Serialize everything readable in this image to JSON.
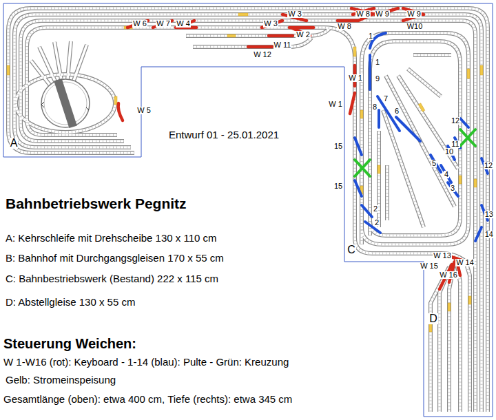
{
  "diagram": {
    "title": "Bahnbetriebswerk Pegnitz",
    "labels": [
      "Entwurf 01 - 25.01.2021",
      "A",
      "C",
      "D",
      "A: Kehrschleife mit Drehscheibe 130 x 110 cm",
      "B: Bahnhof mit Durchgangsgleisen 170 x 55 cm",
      "C: Bahnbestriebswerk (Bestand) 222 x 115 cm",
      "D: Abstellgleise 130 x 55 cm",
      "Steuerung Weichen:",
      "W 1-W16 (rot): Keyboard - 1-14 (blau): Pulte - Grün: Kreuzung",
      "Gelb: Stromeinspeisung",
      "Gesamtlänge (oben): etwa 400 cm, Tiefe (rechts): etwa 345 cm",
      "W 3",
      "W 6",
      "W 7",
      "W 4",
      "W 3",
      "W 2",
      "W 11",
      "W 12",
      "W 8",
      "W 9",
      "W 9",
      "W 8",
      "W10",
      "W 1",
      "W 1",
      "W 5",
      "W 13",
      "W 14",
      "W 15",
      "W 16",
      "1",
      "1",
      "9",
      "7",
      "8",
      "6",
      "5",
      "4",
      "3",
      "2",
      "2",
      "15",
      "15",
      "12",
      "11",
      "10",
      "12",
      "13",
      "14"
    ]
  }
}
